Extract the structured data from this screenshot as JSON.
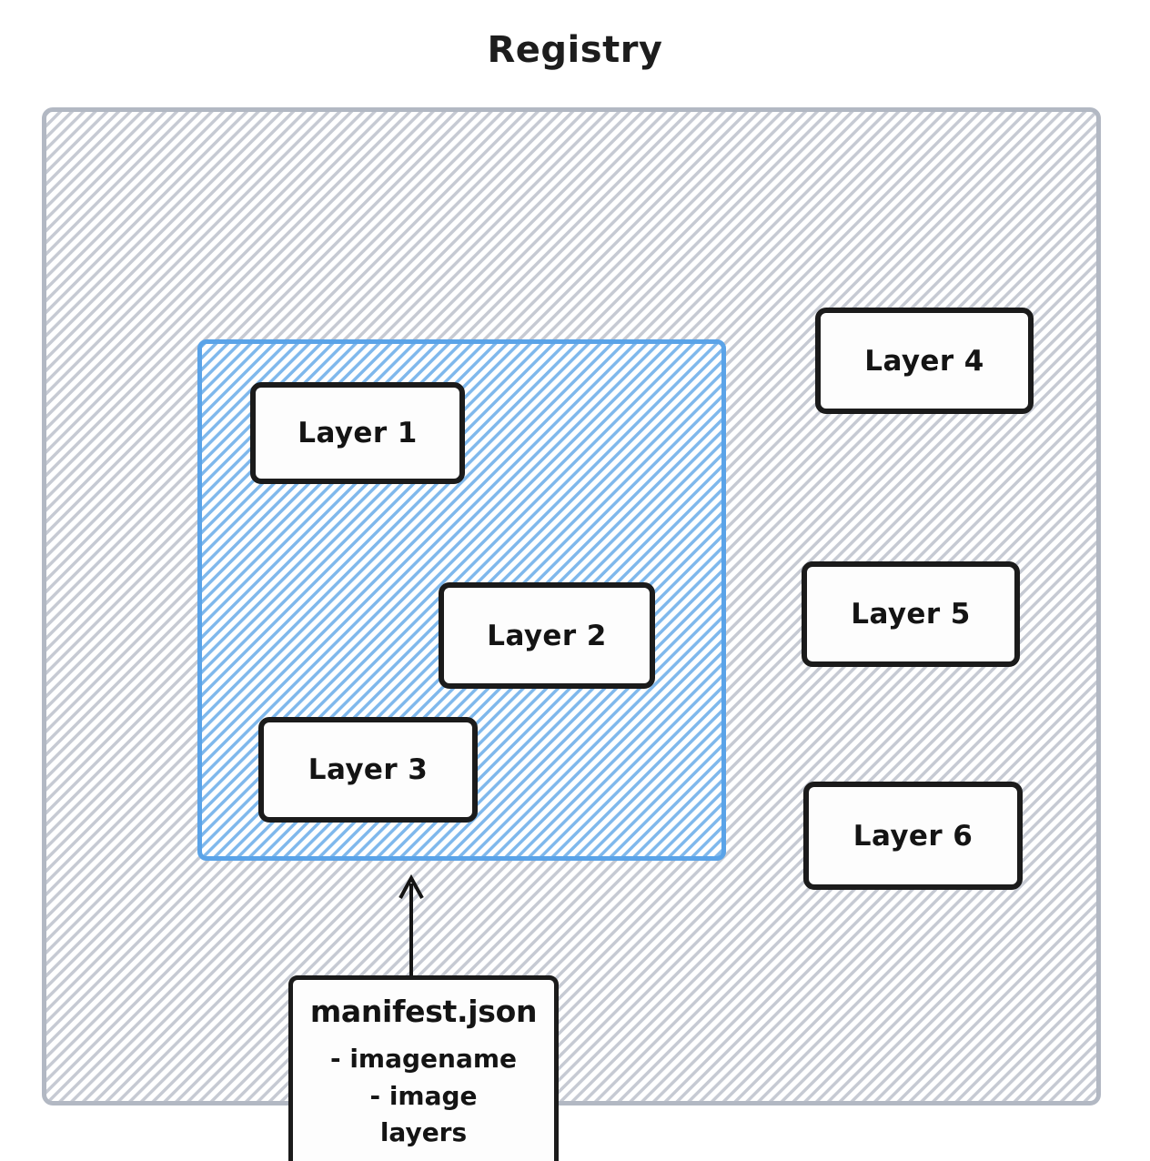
{
  "diagram": {
    "title": "Registry",
    "type": "container-relationship-diagram",
    "colors": {
      "outer_border": "#b2b8c3",
      "outer_hatch": "#c6cad3",
      "image_border": "#5aa3e8",
      "image_hatch": "#7fb8ec",
      "node_border": "#1b1b1b",
      "node_fill": "#fdfdfd",
      "text": "#141414"
    },
    "registry": {
      "label": "Registry",
      "image_group": {
        "name": "image-layer-group",
        "layers": [
          {
            "label": "Layer 1"
          },
          {
            "label": "Layer 2"
          },
          {
            "label": "Layer 3"
          }
        ]
      },
      "loose_layers": [
        {
          "label": "Layer 4"
        },
        {
          "label": "Layer 5"
        },
        {
          "label": "Layer 6"
        }
      ],
      "manifest": {
        "filename": "manifest.json",
        "entries": [
          "- imagename",
          "- image",
          "layers"
        ]
      },
      "arrow": {
        "name": "manifest-to-image-arrow",
        "direction": "up",
        "from": "manifest.json",
        "to": "image-layer-group"
      }
    }
  }
}
